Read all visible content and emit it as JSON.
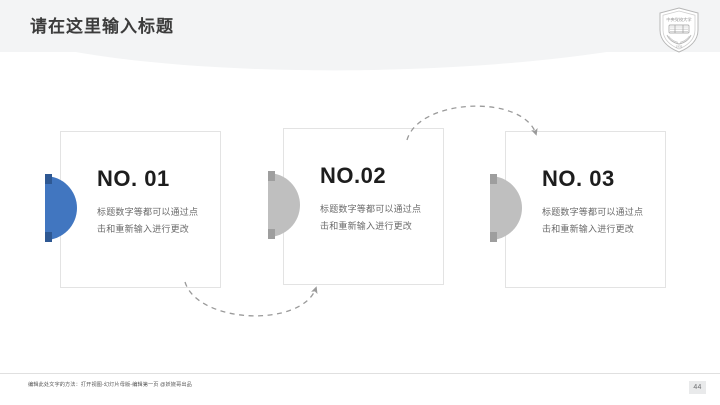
{
  "slide": {
    "title": "请在这里输入标题",
    "logo_name": "university-shield-emblem",
    "page_number": "44",
    "footer_note": "编辑此处文字的方法：打开视图-幻灯片母版-编辑第一页 @妖娆哥出品",
    "colors": {
      "accent_blue": "#4176c0",
      "accent_blue_dark": "#2e5893",
      "neutral_gray": "#bfbfbf",
      "neutral_gray_dark": "#9e9e9e",
      "band": "#f3f4f5",
      "card_border": "#e3e3e3",
      "title_text": "#3c3c3c",
      "body_text": "#6b6b6b"
    }
  },
  "cards": [
    {
      "number": "NO. 01",
      "body": "标题数字等都可以通过点击和重新输入进行更改",
      "knob_color": "#4176c0",
      "tab_color": "#2e5893"
    },
    {
      "number": "NO.02",
      "body": "标题数字等都可以通过点击和重新输入进行更改",
      "knob_color": "#bfbfbf",
      "tab_color": "#9e9e9e"
    },
    {
      "number": "NO. 03",
      "body": "标题数字等都可以通过点击和重新输入进行更改",
      "knob_color": "#bfbfbf",
      "tab_color": "#9e9e9e"
    }
  ],
  "connectors": [
    {
      "name": "arrow-card1-to-card2",
      "direction": "bottom-arc-right"
    },
    {
      "name": "arrow-card2-to-card3",
      "direction": "top-arc-right"
    }
  ]
}
